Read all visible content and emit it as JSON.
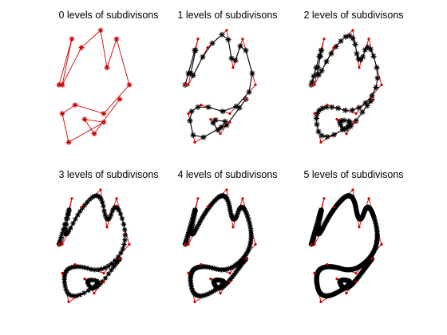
{
  "figure": {
    "panels": [
      {
        "title": "0 levels of subdivisons",
        "level": 0
      },
      {
        "title": "1 levels of subdivisons",
        "level": 1
      },
      {
        "title": "2 levels of subdivisons",
        "level": 2
      },
      {
        "title": "3 levels of subdivisons",
        "level": 3
      },
      {
        "title": "4 levels of subdivisons",
        "level": 4
      },
      {
        "title": "5 levels of subdivisons",
        "level": 5
      }
    ],
    "control_polygon": [
      [
        0,
        0
      ],
      [
        4,
        16
      ],
      [
        1,
        0
      ],
      [
        7,
        13
      ],
      [
        13,
        19
      ],
      [
        15,
        6
      ],
      [
        18,
        16
      ],
      [
        22,
        0
      ],
      [
        14,
        -10
      ],
      [
        5,
        -7
      ],
      [
        1,
        -10
      ],
      [
        3,
        -20
      ],
      [
        14,
        -13
      ],
      [
        8,
        -12
      ],
      [
        11,
        -17
      ],
      [
        19,
        -5
      ]
    ],
    "colors": {
      "control_polygon": "#cc0000",
      "control_points": "#cc0000",
      "curve": "#000000",
      "background": "#ffffff"
    },
    "axes_visible": false
  }
}
